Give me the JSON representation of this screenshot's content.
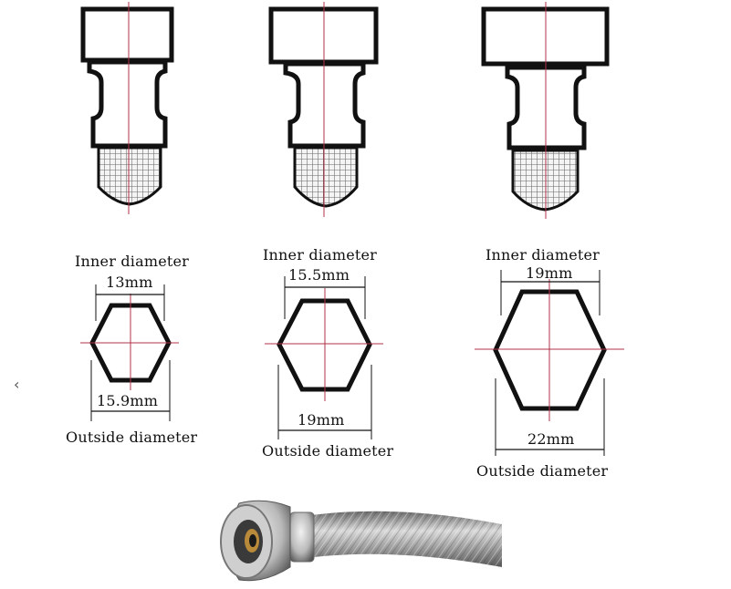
{
  "colors": {
    "outline": "#111111",
    "centerline": "#b03048",
    "mesh": "#555555"
  },
  "fittings": [
    {
      "inner_label": "Inner diameter",
      "inner_value": "13mm",
      "outside_value": "15.9mm",
      "outside_label": "Outside diameter"
    },
    {
      "inner_label": "Inner diameter",
      "inner_value": "15.5mm",
      "outside_value": "19mm",
      "outside_label": "Outside diameter"
    },
    {
      "inner_label": "Inner diameter",
      "inner_value": "19mm",
      "outside_value": "22mm",
      "outside_label": "Outside diameter"
    }
  ],
  "nav": {
    "prev_icon": "‹"
  },
  "photo": {
    "icon": "braided-hose-photo-icon"
  }
}
